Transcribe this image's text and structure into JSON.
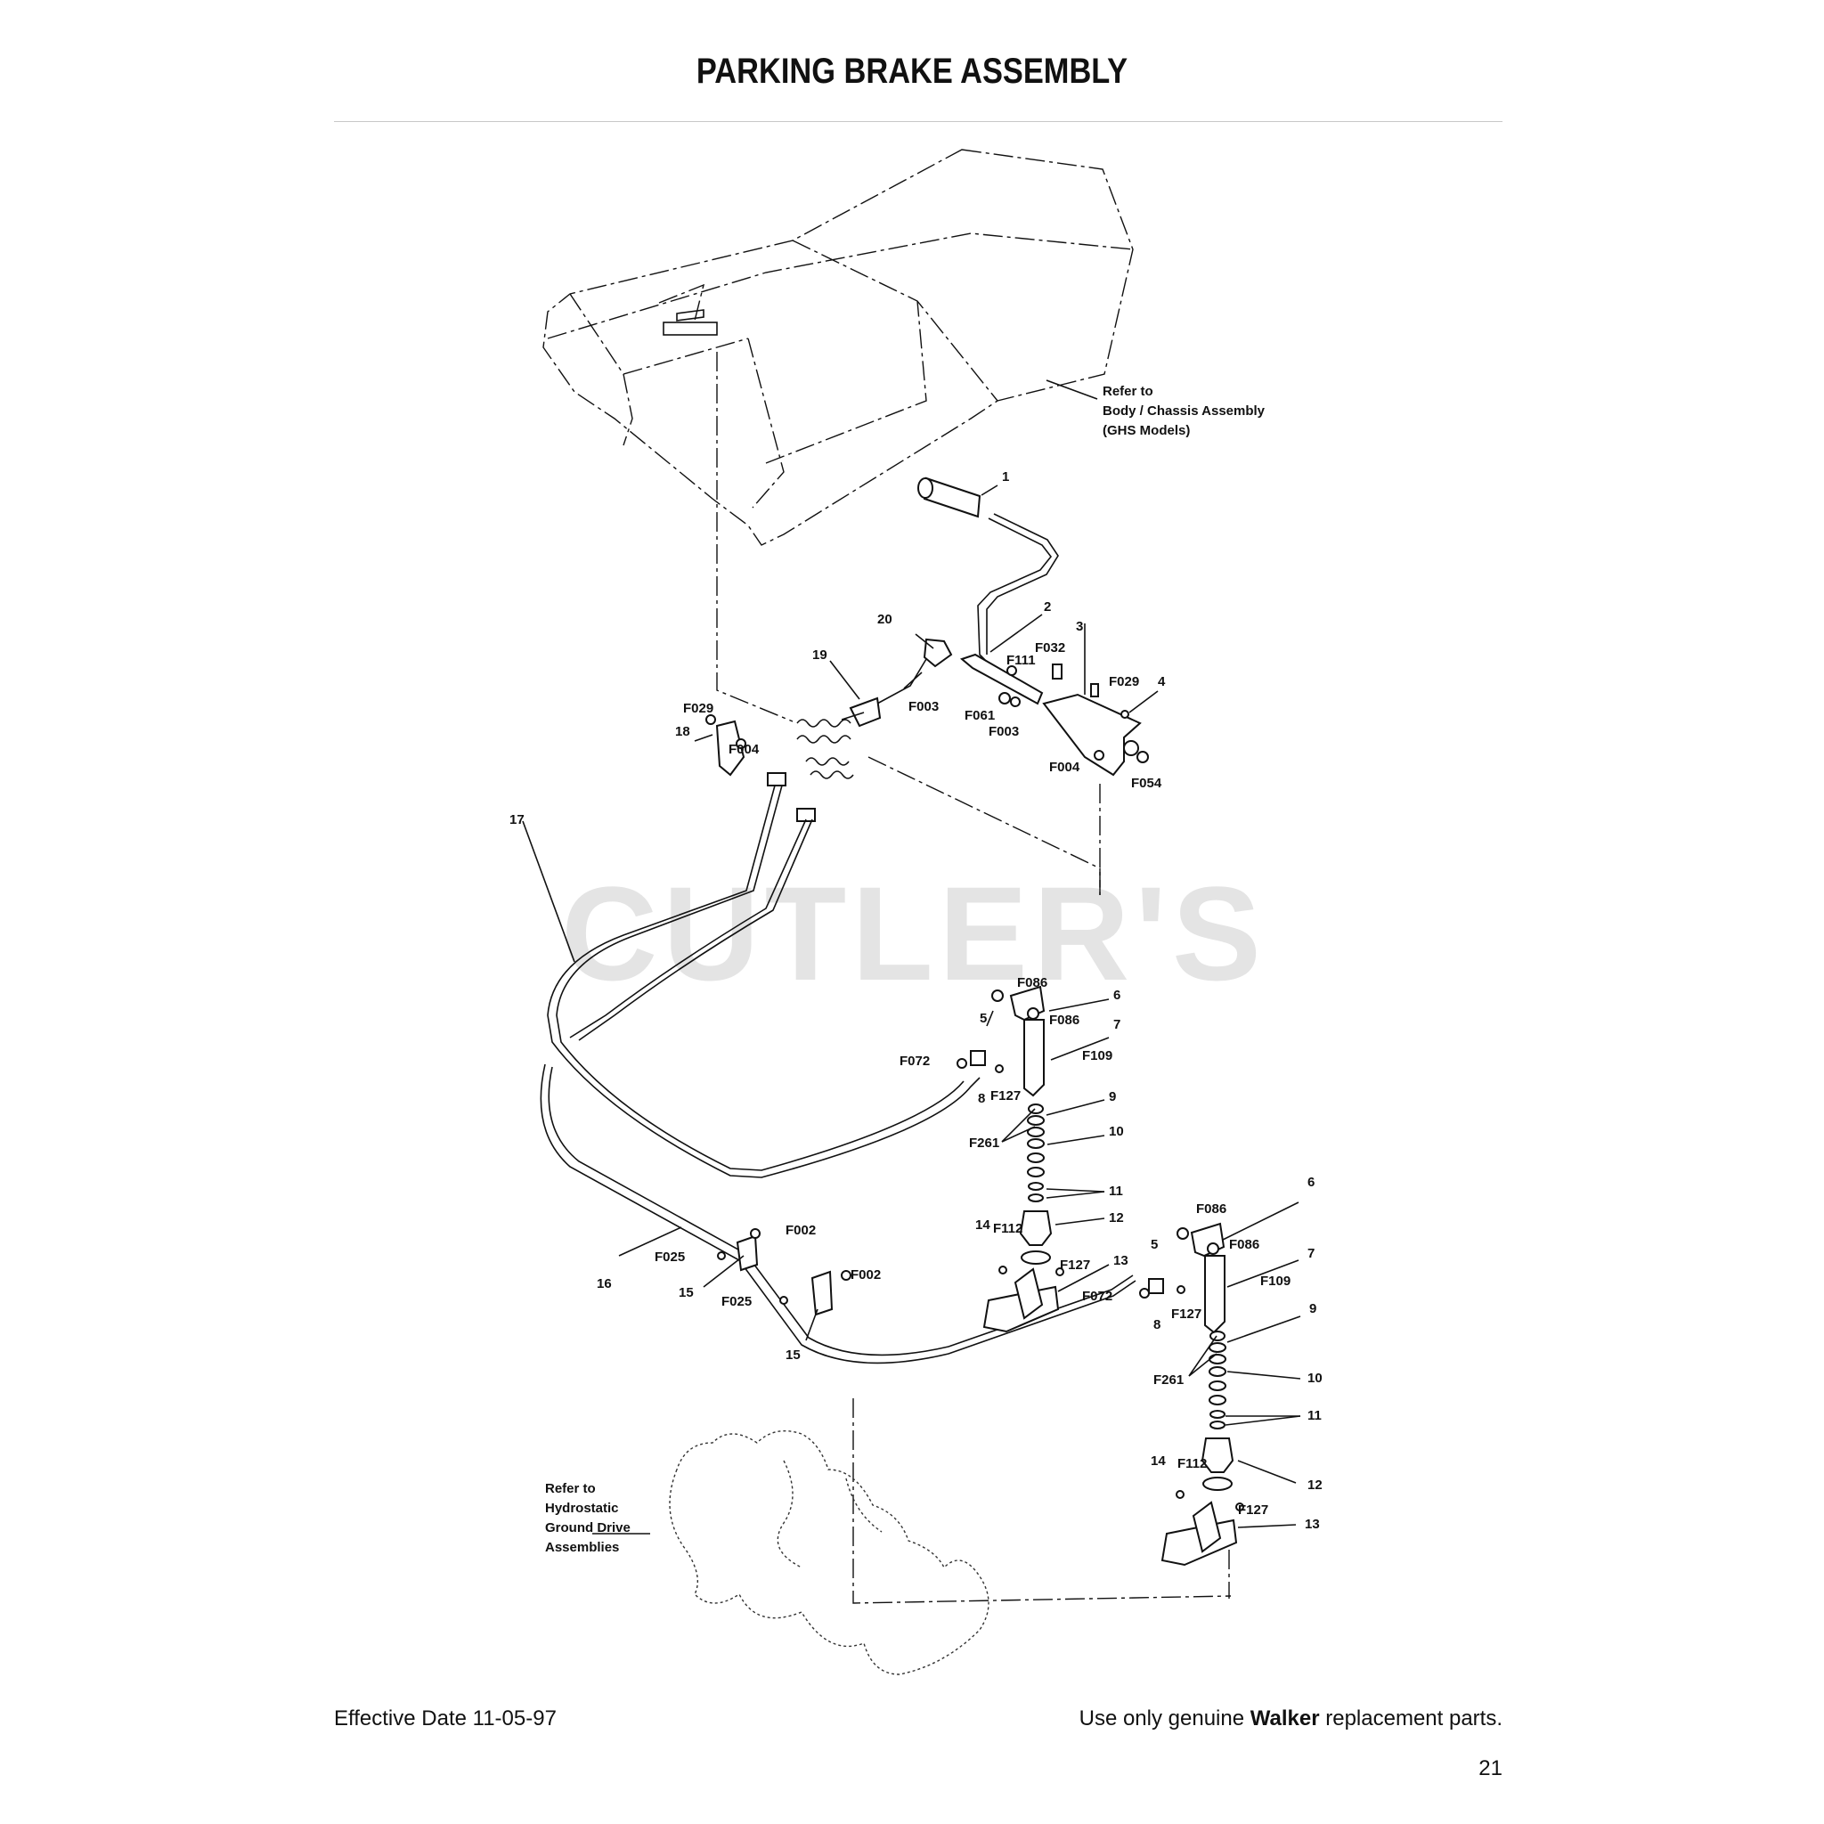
{
  "page": {
    "title": "PARKING BRAKE ASSEMBLY",
    "footer_left": "Effective Date 11-05-97",
    "footer_right_pre": "Use only genuine ",
    "footer_right_brand": "Walker",
    "footer_right_post": " replacement parts.",
    "page_number": "21"
  },
  "watermark": "CUTLER'S",
  "notes": {
    "body_ref": [
      "Refer to",
      "Body / Chassis Assembly",
      "(GHS Models)"
    ],
    "hydro_ref": [
      "Refer to",
      "Hydrostatic",
      "Ground Drive",
      "Assemblies"
    ]
  },
  "callouts": {
    "c1": "1",
    "c2": "2",
    "c3": "3",
    "c4": "4",
    "c5a": "5",
    "c5b": "5",
    "c6a": "6",
    "c6b": "6",
    "c7a": "7",
    "c7b": "7",
    "c8a": "8",
    "c8b": "8",
    "c9a": "9",
    "c9b": "9",
    "c10a": "10",
    "c10b": "10",
    "c11a": "11",
    "c11b": "11",
    "c12a": "12",
    "c12b": "12",
    "c13a": "13",
    "c13b": "13",
    "c14a": "14",
    "c14b": "14",
    "c15a": "15",
    "c15b": "15",
    "c16": "16",
    "c17": "17",
    "c18": "18",
    "c19": "19",
    "c20": "20",
    "f111": "F111",
    "f032": "F032",
    "f029a": "F029",
    "f029b": "F029",
    "f003a": "F003",
    "f003b": "F003",
    "f061": "F061",
    "f004a": "F004",
    "f004b": "F004",
    "f054": "F054",
    "f086a": "F086",
    "f086b": "F086",
    "f086c": "F086",
    "f086d": "F086",
    "f109a": "F109",
    "f109b": "F109",
    "f072a": "F072",
    "f072b": "F072",
    "f127a": "F127",
    "f127b": "F127",
    "f127c": "F127",
    "f127d": "F127",
    "f261a": "F261",
    "f261b": "F261",
    "f112a": "F112",
    "f112b": "F112",
    "f002a": "F002",
    "f002b": "F002",
    "f025a": "F025",
    "f025b": "F025"
  }
}
